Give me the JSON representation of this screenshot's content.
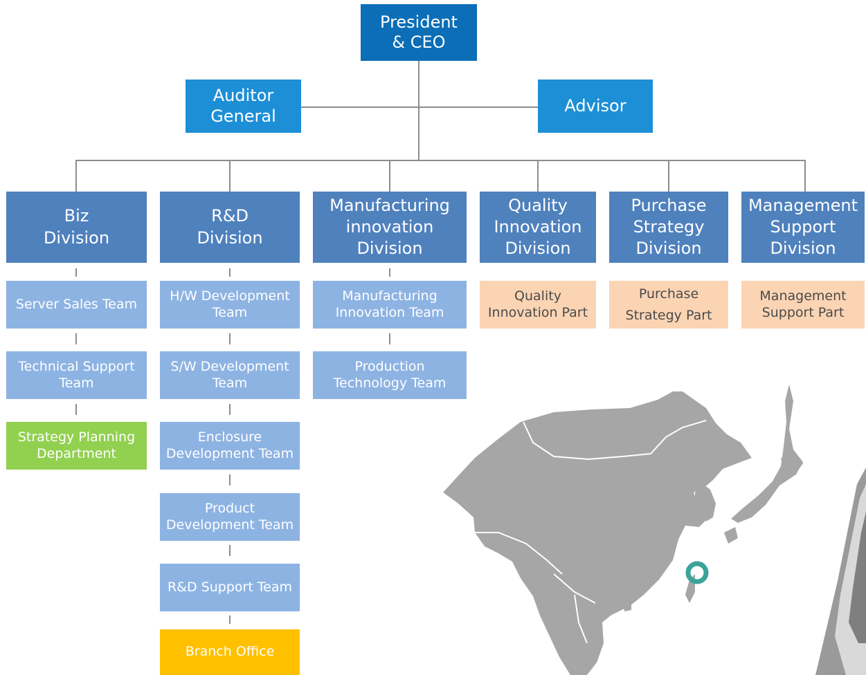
{
  "org": {
    "ceo": "President\n& CEO",
    "auditor": "Auditor\nGeneral",
    "advisor": "Advisor",
    "divisions": [
      {
        "name": "Biz\nDivision",
        "units": [
          {
            "label": "Server Sales Team",
            "kind": "team"
          },
          {
            "label": "Technical Support\nTeam",
            "kind": "team"
          },
          {
            "label": "Strategy Planning\nDepartment",
            "kind": "dept"
          }
        ]
      },
      {
        "name": "R&D\nDivision",
        "units": [
          {
            "label": "H/W Development\nTeam",
            "kind": "team"
          },
          {
            "label": "S/W Development\nTeam",
            "kind": "team"
          },
          {
            "label": "Enclosure\nDevelopment Team",
            "kind": "team"
          },
          {
            "label": "Product\nDevelopment Team",
            "kind": "team"
          },
          {
            "label": "R&D Support Team",
            "kind": "team"
          },
          {
            "label": "Branch Office",
            "kind": "office"
          }
        ]
      },
      {
        "name": "Manufacturing\ninnovation\nDivision",
        "units": [
          {
            "label": "Manufacturing\nInnovation Team",
            "kind": "team"
          },
          {
            "label": "Production\nTechnology Team",
            "kind": "team"
          }
        ]
      },
      {
        "name": "Quality\nInnovation\nDivision",
        "units": [
          {
            "label": "Quality\nInnovation Part",
            "kind": "part"
          }
        ]
      },
      {
        "name": "Purchase\nStrategy\nDivision",
        "units": [
          {
            "label": "Purchase\nStrategy Part",
            "kind": "part"
          }
        ]
      },
      {
        "name": "Management\nSupport\nDivision",
        "units": [
          {
            "label": "Management\nSupport Part",
            "kind": "part"
          }
        ]
      }
    ]
  },
  "colors": {
    "ceo": "#0b6eb6",
    "staff": "#1d8fd6",
    "division": "#4f81bd",
    "team": "#8db3e2",
    "part": "#fbd4b4",
    "department": "#92d050",
    "office": "#ffc000",
    "connector": "#8c8c8c",
    "map_land": "#a6a6a6",
    "map_marker": "#3aa39a"
  },
  "decoration": {
    "map": "east-asia-map",
    "marker": "location-ring-icon",
    "device": "server-device-corner"
  }
}
